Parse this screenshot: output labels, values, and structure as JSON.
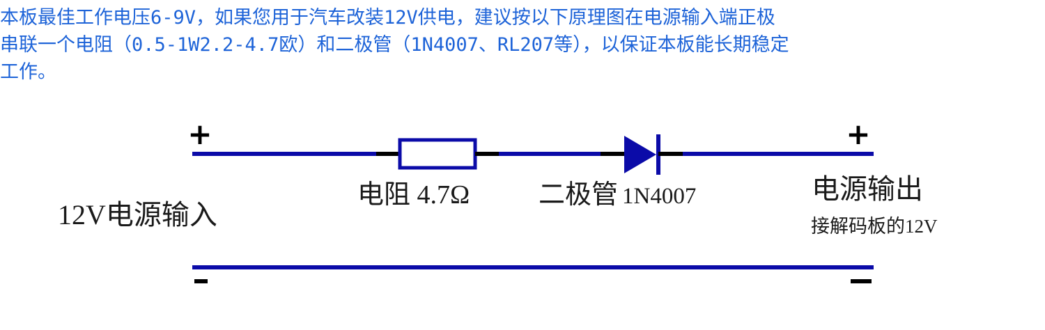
{
  "intro": {
    "line1": "本板最佳工作电压6-9V，如果您用于汽车改装12V供电，建议按以下原理图在电源输入端正极",
    "line2": "串联一个电阻（0.5-1W2.2-4.7欧）和二极管（1N4007、RL207等），以保证本板能长期稳定",
    "line3": "工作。"
  },
  "diagram": {
    "plus_left": "+",
    "plus_right": "+",
    "minus_left": "−",
    "minus_right": "−",
    "input_label": "12V电源输入",
    "resistor_label": "电阻 4.7Ω",
    "diode_label_cn": "二极管",
    "diode_label_part": "1N4007",
    "output_label": "电源输出",
    "output_sublabel": "接解码板的12V",
    "wire_color": "#0b0ba8",
    "text_color": "#1a1a1a",
    "intro_color": "#1d63d8"
  }
}
